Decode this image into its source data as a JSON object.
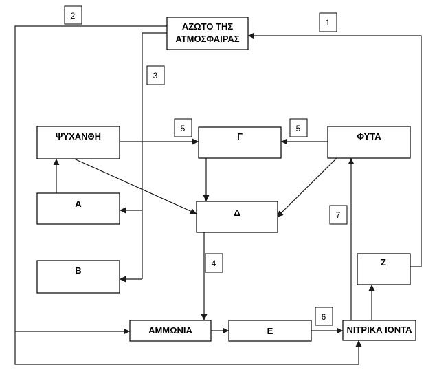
{
  "diagram": {
    "nodes": {
      "air_nitrogen": [
        "ΑΖΩΤΟ ΤΗΣ",
        "ΑΤΜΟΣΦΑΙΡΑΣ"
      ],
      "fungi": "ΨΥΧΑΝΘΗ",
      "gamma": "Γ",
      "plants": "ΦΥΤΑ",
      "a": "Α",
      "delta": "Δ",
      "b": "Β",
      "z": "Ζ",
      "ammonia": "ΑΜΜΩΝΙΑ",
      "e": "Ε",
      "nitrate_ions": "ΝΙΤΡΙΚΑ ΙΟΝΤΑ"
    },
    "step_labels": {
      "s1": "1",
      "s2": "2",
      "s3": "3",
      "s4": "4",
      "s5_left": "5",
      "s5_right": "5",
      "s6": "6",
      "s7": "7"
    },
    "colors": {
      "stroke": "#000000",
      "arrow": "#1a1a1a"
    }
  }
}
